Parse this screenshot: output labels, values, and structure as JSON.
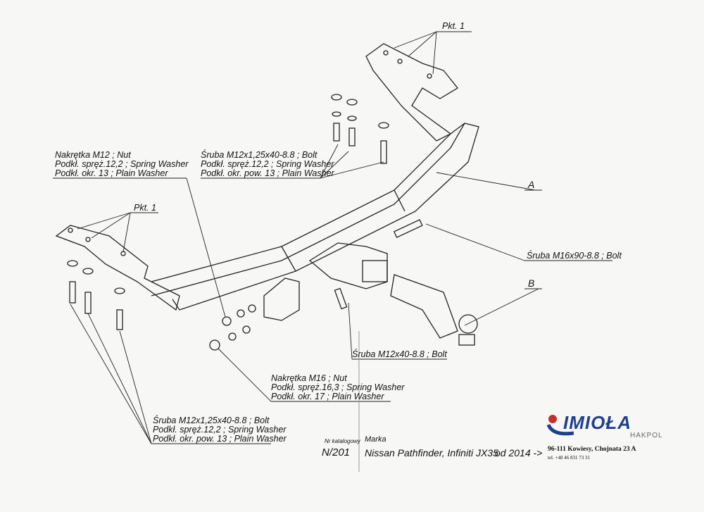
{
  "labels": {
    "pkt1_top": "Pkt. 1",
    "pkt1_left": "Pkt. 1",
    "part_a": "A",
    "part_b": "B",
    "nut_m12": [
      "Nakrętka  M12 ; Nut",
      "Podkł. spręż.12,2 ; Spring Washer",
      "Podkł. okr. 13 ; Plain Washer"
    ],
    "bolt_m12_top": [
      "Śruba M12x1,25x40-8.8 ;  Bolt",
      "Podkł. spręż.12,2 ; Spring Washer",
      "Podkł. okr. pow. 13 ; Plain Washer"
    ],
    "bolt_m16": "Śruba M16x90-8.8 ; Bolt",
    "bolt_m12x40": "Śruba M12x40-8.8 ;  Bolt",
    "nut_m16": [
      "Nakrętka  M16 ; Nut",
      "Podkł. spręż.16,3 ; Spring Washer",
      "Podkł. okr. 17 ; Plain Washer"
    ],
    "bolt_m12_bottom": [
      "Śruba M12x1,25x40-8.8 ;  Bolt",
      "Podkł. spręż.12,2 ; Spring Washer",
      "Podkł. okr. pow. 13 ; Plain Washer"
    ]
  },
  "footer": {
    "catalog_label": "Nr katalogowy",
    "brand_label": "Marka",
    "catalog_number": "N/201",
    "brand": "Nissan Pathfinder, Infiniti JX35",
    "year": "od 2014 ->"
  },
  "company": {
    "logo": "IMIOŁA",
    "sub": "HAKPOL",
    "address": "96-111 Kowiesy, Chojnata 23 A",
    "phone": "tel. +48 46 831 73 31",
    "brand_color": "#1f3f8f"
  }
}
